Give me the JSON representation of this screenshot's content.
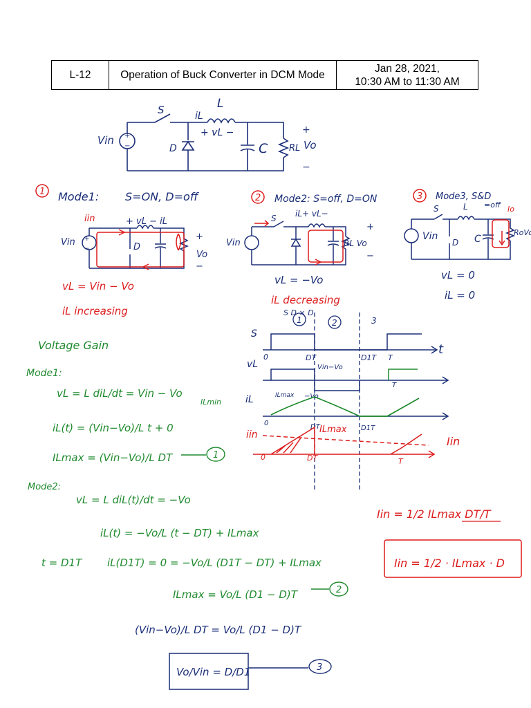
{
  "header": {
    "lecture_no": "L-12",
    "title": "Operation of Buck Converter in DCM Mode",
    "date": "Jan 28, 2021,",
    "time": "10:30 AM to 11:30 AM"
  },
  "circuit_main": {
    "switch": "S",
    "inductor_current": "iL",
    "inductor": "L",
    "inductor_voltage": "+ vL −",
    "source": "Vin",
    "diode": "D",
    "capacitor": "C",
    "load": "RL",
    "output": "Vo",
    "plus": "+",
    "minus": "−"
  },
  "modes": {
    "mode1": {
      "num": "1",
      "title": "Mode1:",
      "state": "S=ON, D=off",
      "src": "Vin",
      "iin": "iin",
      "vl": "+ vL − iL",
      "d": "D",
      "vo": "Vo",
      "plus": "+",
      "minus": "−",
      "eq1": "vL = Vin − Vo",
      "eq2": "iL increasing"
    },
    "mode2": {
      "num": "2",
      "title": "Mode2: S=off, D=ON",
      "src": "Vin",
      "s": "S",
      "il": "iL+ vL−",
      "rl": "RL Vo",
      "plus": "+",
      "minus": "−",
      "eq1": "vL = −Vo"
    },
    "mode3": {
      "num": "3",
      "title": "Mode3, S&D",
      "state": "=off",
      "src": "Vin",
      "s": "S",
      "l": "L",
      "d": "D",
      "c": "C",
      "io": "Io",
      "rl": "RoVo",
      "eq1": "vL = 0",
      "eq2": "iL = 0"
    }
  },
  "waveforms": {
    "title": "iL decreasing",
    "sd_marks": "S D  × D",
    "interval_nums": [
      "1",
      "2",
      "3"
    ],
    "s_label": "S",
    "t_axis": "t",
    "vl_label": "vL",
    "il_label": "iL",
    "iin_label": "iin",
    "zero": "0",
    "dt": "DT",
    "d1t": "D1T",
    "t": "T",
    "vin_minus_vo": "Vin−Vo",
    "neg_vo": "−Vo",
    "il_max_small": "ILmax",
    "il_max": "ILmax",
    "d1t_il": "D1T",
    "iin_avg": "Iin"
  },
  "voltage_gain": {
    "title": "Voltage Gain",
    "mode1_label": "Mode1:",
    "eq_vl": "vL = L diL/dt = Vin − Vo",
    "il_min_label": "ILmin",
    "eq_ilt": "iL(t) = (Vin−Vo)/L t + 0",
    "eq_ilmax": "ILmax = (Vin−Vo)/L DT",
    "eq1_num": "1",
    "mode2_label": "Mode2:",
    "eq_vl2": "vL = L diL(t)/dt = −Vo",
    "eq_ilt2": "iL(t) = −Vo/L (t − DT) + ILmax",
    "t_eq": "t = D1T",
    "eq_ild1t": "iL(D1T) = 0 = −Vo/L (D1T − DT) + ILmax",
    "eq_ilmax2": "ILmax = Vo/L (D1 − D)T",
    "eq2_num": "2",
    "eq_equate": "(Vin−Vo)/L DT = Vo/L (D1 − D)T",
    "eq_gain": "Vo/Vin = D/D1",
    "eq3_num": "3"
  },
  "input_current": {
    "eq1": "Iin = 1/2 ILmax DT/T",
    "eq2": "Iin = 1/2 · ILmax · D"
  }
}
